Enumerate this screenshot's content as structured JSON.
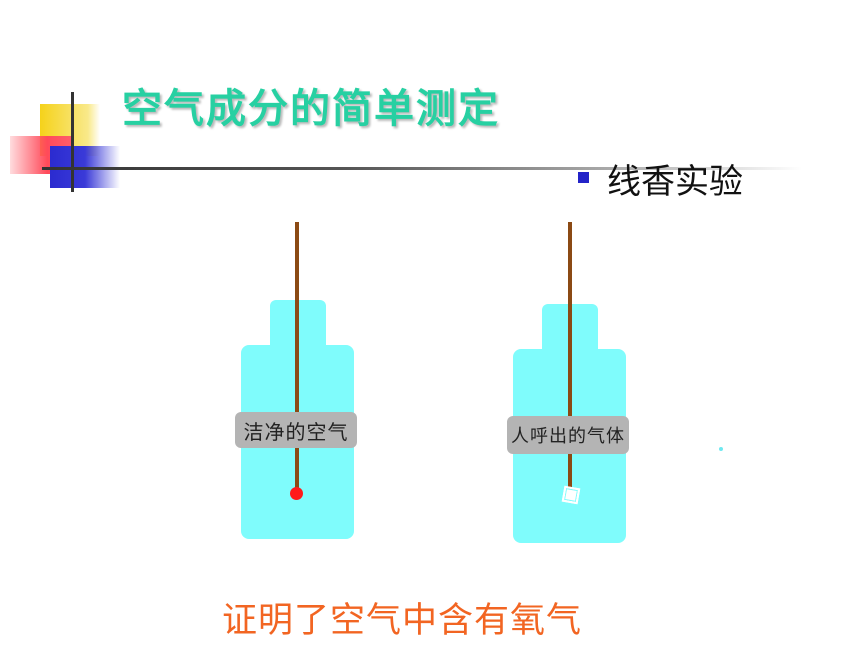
{
  "slide": {
    "title": "空气成分的简单测定",
    "bullet": "线香实验",
    "conclusion": "证明了空气中含有氧气"
  },
  "experiments": [
    {
      "label": "洁净的空气",
      "tip": "glowing-red"
    },
    {
      "label": "人呼出的气体",
      "tip": "extinguished"
    }
  ],
  "colors": {
    "title": "#27d0a2",
    "conclusion": "#f26522",
    "bottle": "#7ffcfc",
    "stick": "#8b4a14",
    "label_bg": "#b4b4b4",
    "bullet": "#2323c8"
  }
}
